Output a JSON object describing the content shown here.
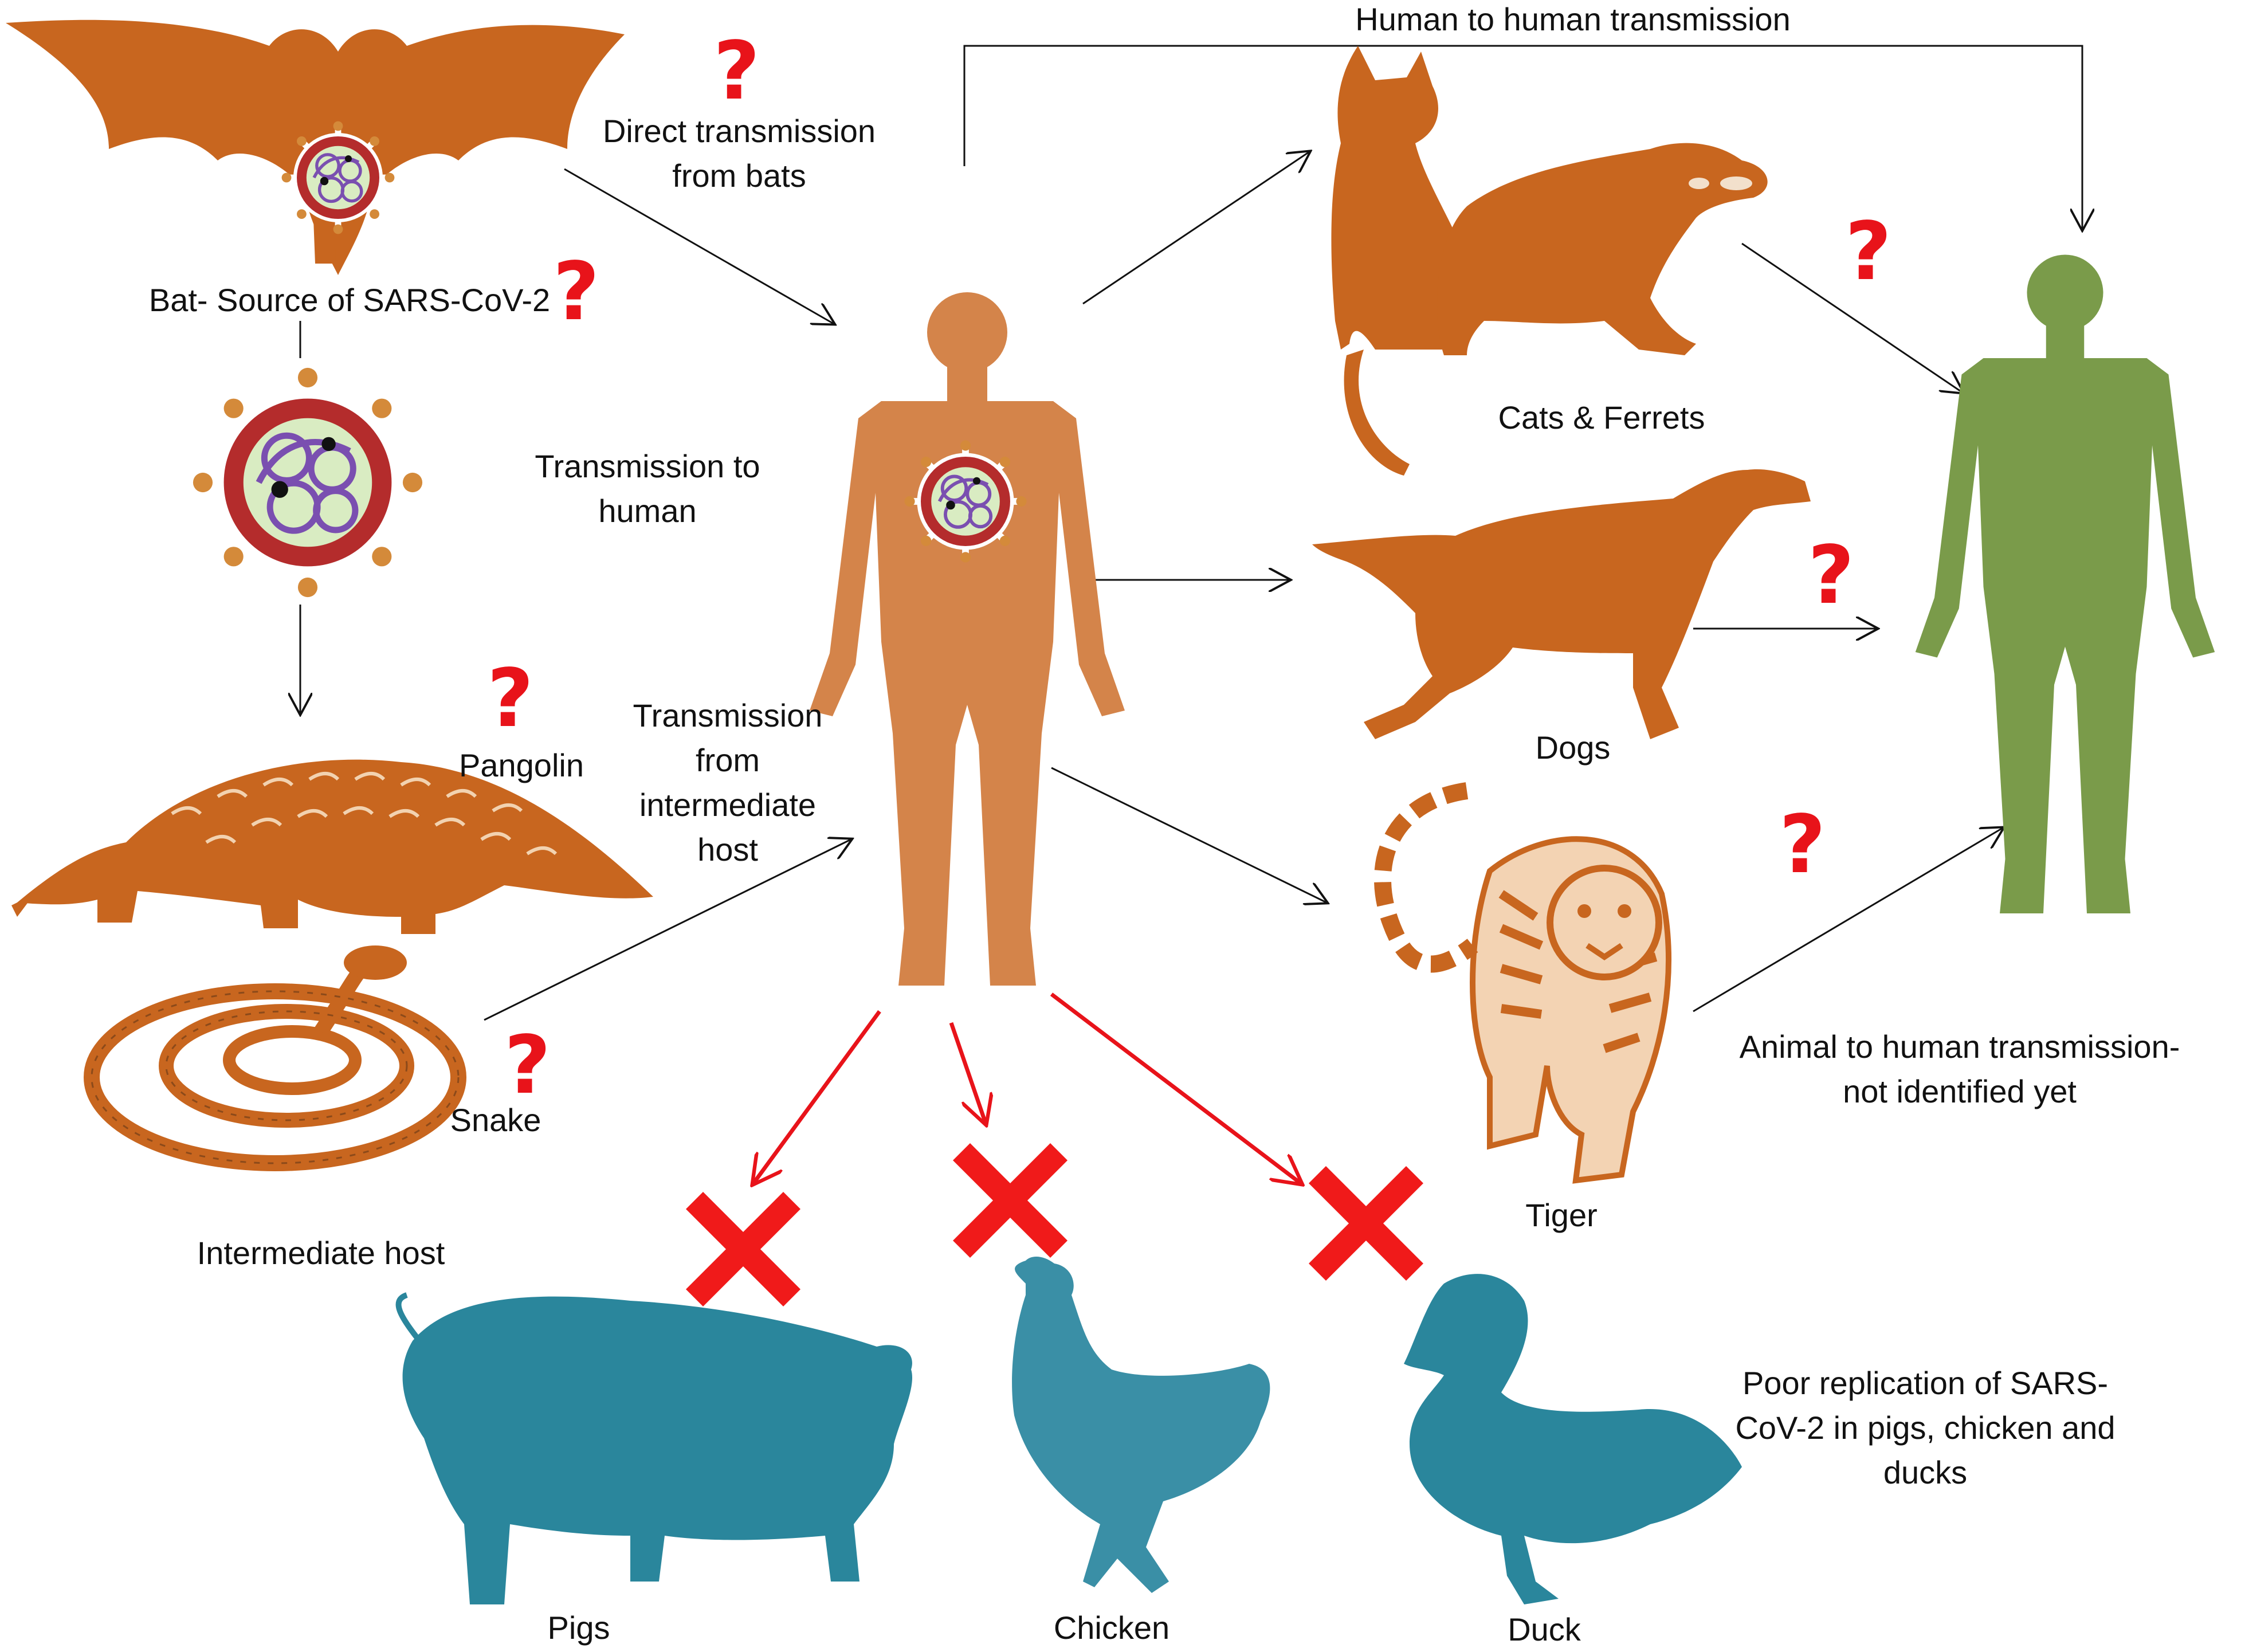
{
  "colors": {
    "source_animal": "#c8661f",
    "human_infected": "#d4844a",
    "human_target": "#7a9b4a",
    "resistant_animal": "#2a869c",
    "question_mark": "#e8131a",
    "cross_mark": "#f01a1a",
    "arrow": "#111111",
    "red_arrow": "#e8131a"
  },
  "labels": {
    "human_to_human": "Human to human transmission",
    "direct_from_bats": "Direct transmission\nfrom bats",
    "bat_source": "Bat- Source of SARS-CoV-2",
    "transmission_to_human": "Transmission to\nhuman",
    "from_intermediate": "Transmission\nfrom\nintermediate\nhost",
    "pangolin": "Pangolin",
    "snake": "Snake",
    "intermediate_host": "Intermediate host",
    "cats_ferrets": "Cats & Ferrets",
    "dogs": "Dogs",
    "tiger": "Tiger",
    "animal_to_human": "Animal to human transmission-\nnot identified yet",
    "poor_replication": "Poor replication of SARS-\nCoV-2 in pigs, chicken and\nducks",
    "pigs": "Pigs",
    "chicken": "Chicken",
    "duck": "Duck"
  },
  "marks": {
    "question": "?",
    "cross": "✕"
  },
  "icons": [
    "bat-icon",
    "virus-icon",
    "pangolin-icon",
    "snake-icon",
    "human-icon",
    "cat-icon",
    "ferret-icon",
    "dog-icon",
    "tiger-icon",
    "pig-icon",
    "chicken-icon",
    "duck-icon"
  ]
}
